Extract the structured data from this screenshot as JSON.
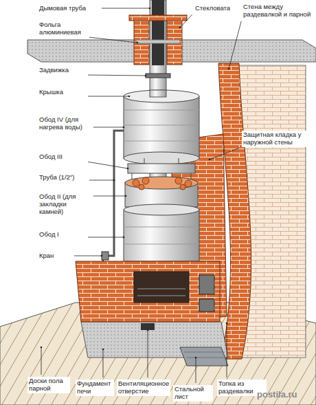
{
  "diagram": {
    "labels": [
      "Дымовая труба",
      "Фольга алюминиевая",
      "Задвижка",
      "Крышка",
      "Обод IV (для нагрева воды)",
      "Обод III",
      "Труба (1/2\")",
      "Обод II (для закладки камней)",
      "Обод I",
      "Кран",
      "Стекловата",
      "Стена между раздевалкой и парной",
      "Защитная кладка у наружной стены",
      "Доски пола парной",
      "Фундамент печи",
      "Вентиляционное отверстие",
      "Стальной лист",
      "Топка из раздевалки",
      "postila.ru"
    ]
  }
}
